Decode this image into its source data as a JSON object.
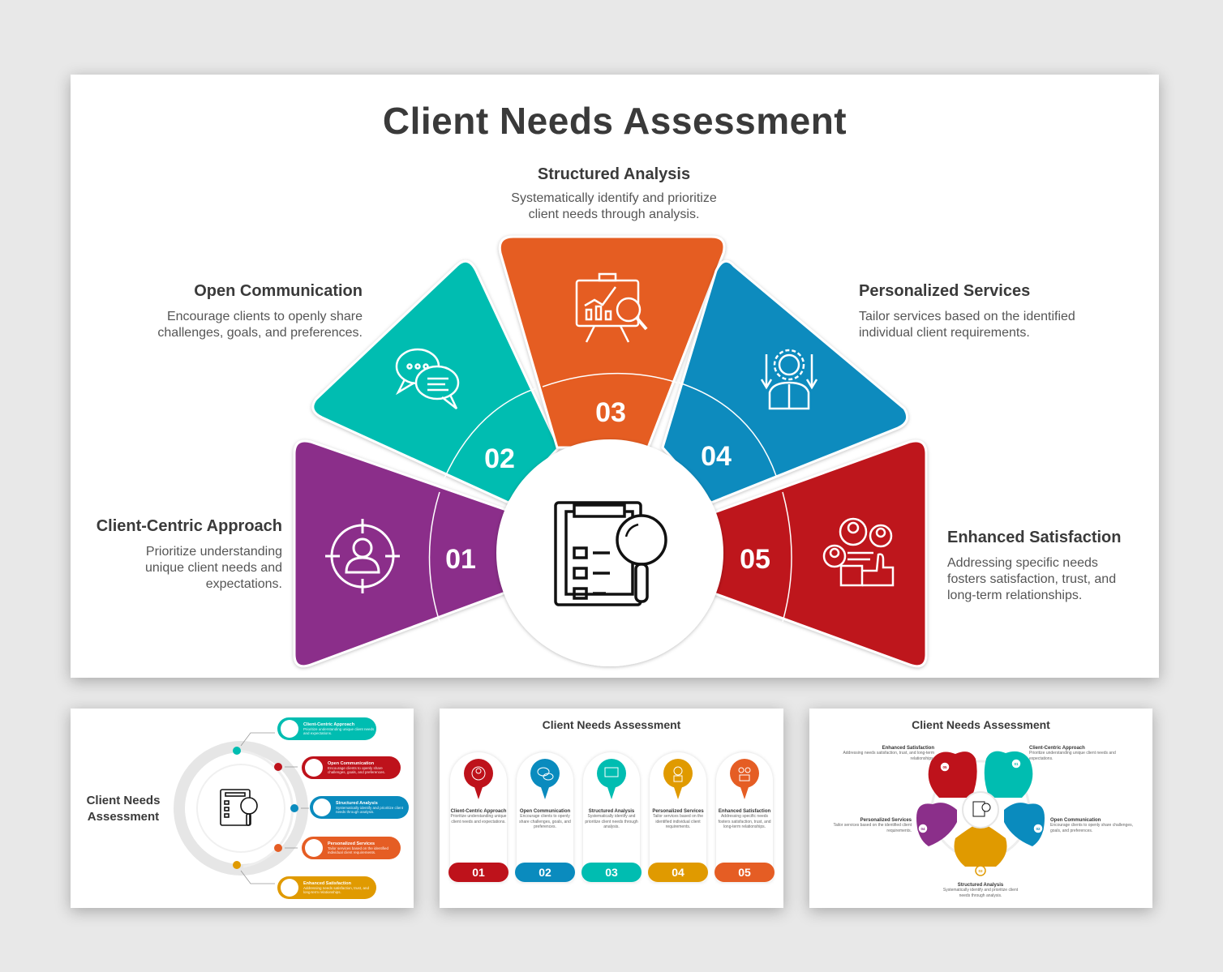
{
  "main": {
    "title": "Client Needs Assessment",
    "center_icon": "clipboard-magnifier-icon",
    "segments": [
      {
        "num": "01",
        "title": "Client-Centric Approach",
        "desc_lines": [
          "Prioritize understanding",
          "unique client needs and",
          "expectations."
        ],
        "color": "#8B2F8A",
        "icon": "target-user-icon"
      },
      {
        "num": "02",
        "title": "Open Communication",
        "desc_lines": [
          "Encourage clients to openly share",
          "challenges, goals, and preferences."
        ],
        "color": "#00BDB1",
        "icon": "chat-bubbles-icon"
      },
      {
        "num": "03",
        "title": "Structured Analysis",
        "desc_lines": [
          "Systematically identify and prioritize",
          "client needs through analysis."
        ],
        "color": "#E55D24",
        "icon": "presentation-analysis-icon"
      },
      {
        "num": "04",
        "title": "Personalized Services",
        "desc_lines": [
          "Tailor services based on the identified",
          "individual client requirements."
        ],
        "color": "#0A8BBE",
        "icon": "person-gear-icon"
      },
      {
        "num": "05",
        "title": "Enhanced Satisfaction",
        "desc_lines": [
          "Addressing specific needs",
          "fosters satisfaction, trust, and",
          "long-term relationships."
        ],
        "color": "#BE121B",
        "icon": "thumbs-up-users-icon"
      }
    ]
  },
  "thumb1": {
    "title_lines": [
      "Client Needs",
      "Assessment"
    ],
    "items": [
      {
        "title": "Client-Centric Approach",
        "desc": "Prioritize understanding unique client needs and expectations.",
        "color": "#00BDB1"
      },
      {
        "title": "Open Communication",
        "desc": "Encourage clients to openly share challenges, goals, and preferences.",
        "color": "#BE121B"
      },
      {
        "title": "Structured Analysis",
        "desc": "Systematically identify and prioritize client needs through analysis.",
        "color": "#0A8BBE"
      },
      {
        "title": "Personalized Services",
        "desc": "Tailor services based on the identified individual client requirements.",
        "color": "#E55D24"
      },
      {
        "title": "Enhanced Satisfaction",
        "desc": "Addressing needs satisfaction, trust, and long-term relationships.",
        "color": "#E09A00"
      }
    ]
  },
  "thumb2": {
    "title": "Client Needs Assessment",
    "items": [
      {
        "num": "01",
        "title": "Client-Centric Approach",
        "desc": "Prioritize understanding unique client needs and expectations.",
        "color": "#BE121B"
      },
      {
        "num": "02",
        "title": "Open Communication",
        "desc": "Encourage clients to openly share challenges, goals, and preferences.",
        "color": "#0A8BBE"
      },
      {
        "num": "03",
        "title": "Structured Analysis",
        "desc": "Systematically identify and prioritize client needs through analysis.",
        "color": "#00BDB1"
      },
      {
        "num": "04",
        "title": "Personalized Services",
        "desc": "Tailor services based on the identified individual client requirements.",
        "color": "#E09A00"
      },
      {
        "num": "05",
        "title": "Enhanced Satisfaction",
        "desc": "Addressing specific needs fosters satisfaction, trust, and long-term relationships.",
        "color": "#E55D24"
      }
    ]
  },
  "thumb3": {
    "title": "Client Needs Assessment",
    "items": [
      {
        "num": "01",
        "title": "Client-Centric Approach",
        "desc": "Prioritize understanding unique client needs and expectations.",
        "color": "#00BDB1"
      },
      {
        "num": "02",
        "title": "Open Communication",
        "desc": "Encourage clients to openly share challenges, goals, and preferences.",
        "color": "#0A8BBE"
      },
      {
        "num": "03",
        "title": "Structured Analysis",
        "desc": "Systematically identify and prioritize client needs through analysis.",
        "color": "#E09A00"
      },
      {
        "num": "04",
        "title": "Personalized Services",
        "desc": "Tailor services based on the identified client requirements.",
        "color": "#8B2F8A"
      },
      {
        "num": "05",
        "title": "Enhanced Satisfaction",
        "desc": "Addressing needs satisfaction, trust, and long-term relationships.",
        "color": "#BE121B"
      }
    ]
  }
}
